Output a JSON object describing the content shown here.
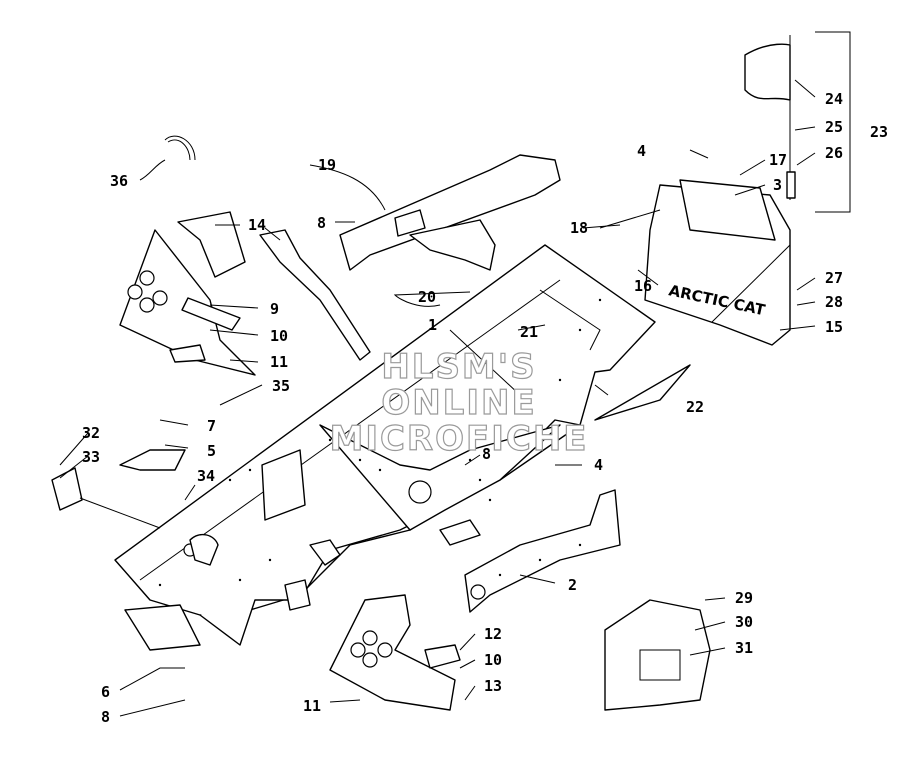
{
  "watermark": {
    "line1": "HLSM'S",
    "line2": "ONLINE",
    "line3": "MICROFICHE"
  },
  "callouts": [
    {
      "id": "c1",
      "label": "1"
    },
    {
      "id": "c2",
      "label": "2"
    },
    {
      "id": "c3",
      "label": "3"
    },
    {
      "id": "c4a",
      "label": "4"
    },
    {
      "id": "c4b",
      "label": "4"
    },
    {
      "id": "c5",
      "label": "5"
    },
    {
      "id": "c6",
      "label": "6"
    },
    {
      "id": "c7",
      "label": "7"
    },
    {
      "id": "c8a",
      "label": "8"
    },
    {
      "id": "c8b",
      "label": "8"
    },
    {
      "id": "c8c",
      "label": "8"
    },
    {
      "id": "c9",
      "label": "9"
    },
    {
      "id": "c10a",
      "label": "10"
    },
    {
      "id": "c10b",
      "label": "10"
    },
    {
      "id": "c11a",
      "label": "11"
    },
    {
      "id": "c11b",
      "label": "11"
    },
    {
      "id": "c12",
      "label": "12"
    },
    {
      "id": "c13",
      "label": "13"
    },
    {
      "id": "c14",
      "label": "14"
    },
    {
      "id": "c15",
      "label": "15"
    },
    {
      "id": "c16",
      "label": "16"
    },
    {
      "id": "c17",
      "label": "17"
    },
    {
      "id": "c18",
      "label": "18"
    },
    {
      "id": "c19",
      "label": "19"
    },
    {
      "id": "c20",
      "label": "20"
    },
    {
      "id": "c21",
      "label": "21"
    },
    {
      "id": "c22",
      "label": "22"
    },
    {
      "id": "c23",
      "label": "23"
    },
    {
      "id": "c24",
      "label": "24"
    },
    {
      "id": "c25",
      "label": "25"
    },
    {
      "id": "c26",
      "label": "26"
    },
    {
      "id": "c27",
      "label": "27"
    },
    {
      "id": "c28",
      "label": "28"
    },
    {
      "id": "c29",
      "label": "29"
    },
    {
      "id": "c30",
      "label": "30"
    },
    {
      "id": "c31",
      "label": "31"
    },
    {
      "id": "c32",
      "label": "32"
    },
    {
      "id": "c33",
      "label": "33"
    },
    {
      "id": "c34",
      "label": "34"
    },
    {
      "id": "c35",
      "label": "35"
    },
    {
      "id": "c36",
      "label": "36"
    }
  ]
}
